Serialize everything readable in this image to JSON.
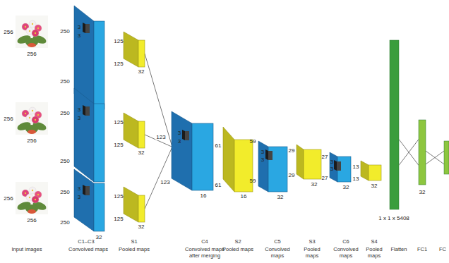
{
  "diagram": {
    "nodes": [
      {
        "text": [
          "256",
          "256"
        ]
      },
      {
        "text": [
          "256",
          "256"
        ]
      },
      {
        "text": [
          "256",
          "256"
        ]
      },
      {
        "text": [
          "250",
          "3",
          "3",
          "250",
          "32"
        ]
      },
      {
        "text": [
          "250",
          "3",
          "3",
          "250",
          "32"
        ]
      },
      {
        "text": [
          "250",
          "3",
          "3",
          "250",
          "32"
        ]
      },
      {
        "text": [
          "125",
          "125",
          "32"
        ]
      },
      {
        "text": [
          "125",
          "125",
          "32"
        ]
      },
      {
        "text": [
          "125",
          "125",
          "32"
        ]
      },
      {
        "text": [
          "123",
          "3",
          "3",
          "123",
          "16"
        ]
      },
      {
        "text": [
          "61",
          "61",
          "16"
        ]
      },
      {
        "text": [
          "59",
          "3",
          "3",
          "59",
          "32"
        ]
      },
      {
        "text": [
          "29",
          "29",
          "32"
        ]
      },
      {
        "text": [
          "27",
          "3",
          "3",
          "27",
          "32"
        ]
      },
      {
        "text": [
          "13",
          "13",
          "32"
        ]
      },
      {
        "text": [
          "1 x 1 x 5408"
        ]
      },
      {
        "text": [
          "32"
        ]
      },
      {
        "text": []
      }
    ],
    "edges": [
      {
        "from": 6,
        "to": 9,
        "arrow": "none"
      },
      {
        "from": 7,
        "to": 9,
        "arrow": "none"
      },
      {
        "from": 8,
        "to": 9,
        "arrow": "none"
      },
      {
        "from": 15,
        "to": 16,
        "arrow": "none"
      },
      {
        "from": 16,
        "to": 17,
        "arrow": "none"
      }
    ],
    "labels": [
      "Input images",
      "C1–C3",
      "Convolved maps",
      "S1",
      "Pooled maps",
      "C4",
      "Convolved maps after merging",
      "S2",
      "Pooled maps",
      "C5",
      "Convolved maps",
      "S3",
      "Pooled maps",
      "C6",
      "Convolved maps",
      "S4",
      "Pooled maps",
      "Flatten",
      "FC1",
      "FC"
    ]
  }
}
